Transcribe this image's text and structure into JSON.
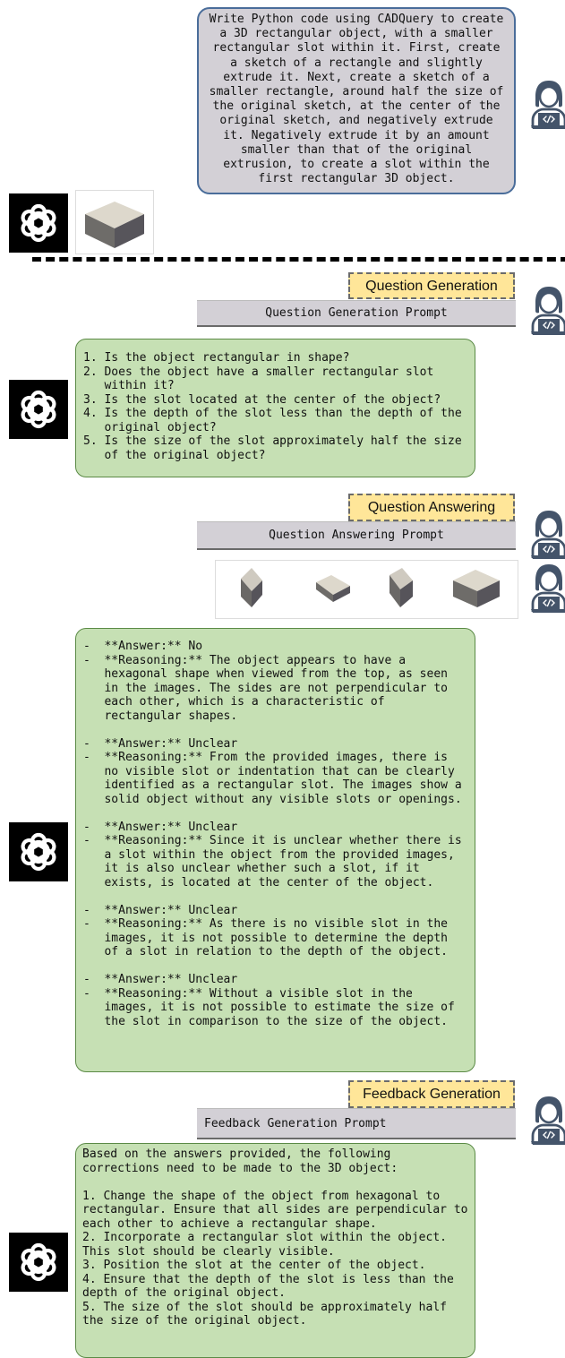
{
  "initial_prompt": {
    "lines": [
      "Write Python code using CADQuery to create",
      "a 3D rectangular object, with a smaller",
      "rectangular slot within it. First, create",
      "a sketch of a rectangle and slightly",
      "extrude it. Next, create a sketch of a",
      "smaller rectangle, around half the size of",
      "the original sketch, at the center of the",
      "original sketch, and negatively extrude",
      "it. Negatively extrude it by an amount",
      "smaller than that of the original",
      "extrusion, to create a slot within the",
      "first rectangular 3D object."
    ]
  },
  "stages": {
    "question_generation": {
      "label": "Question Generation",
      "prompt": "Question Generation Prompt"
    },
    "question_answering": {
      "label": "Question Answering",
      "prompt": "Question Answering Prompt"
    },
    "feedback_generation": {
      "label": "Feedback Generation",
      "prompt": "Feedback Generation Prompt"
    }
  },
  "questions": {
    "lines": [
      "1. Is the object rectangular in shape?",
      "2. Does the object have a smaller rectangular slot",
      "   within it?",
      "3. Is the slot located at the center of the object?",
      "4. Is the depth of the slot less than the depth of the",
      "   original object?",
      "5. Is the size of the slot approximately half the size",
      "   of the original object?"
    ]
  },
  "answers": {
    "lines": [
      "-  **Answer:** No",
      "-  **Reasoning:** The object appears to have a",
      "   hexagonal shape when viewed from the top, as seen",
      "   in the images. The sides are not perpendicular to",
      "   each other, which is a characteristic of",
      "   rectangular shapes.",
      "",
      "-  **Answer:** Unclear",
      "-  **Reasoning:** From the provided images, there is",
      "   no visible slot or indentation that can be clearly",
      "   identified as a rectangular slot. The images show a",
      "   solid object without any visible slots or openings.",
      "",
      "-  **Answer:** Unclear",
      "-  **Reasoning:** Since it is unclear whether there is",
      "   a slot within the object from the provided images,",
      "   it is also unclear whether such a slot, if it",
      "   exists, is located at the center of the object.",
      "",
      "-  **Answer:** Unclear",
      "-  **Reasoning:** As there is no visible slot in the",
      "   images, it is not possible to determine the depth",
      "   of a slot in relation to the depth of the object.",
      "",
      "-  **Answer:** Unclear",
      "-  **Reasoning:** Without a visible slot in the",
      "   images, it is not possible to estimate the size of",
      "   the slot in comparison to the size of the object."
    ]
  },
  "feedback": {
    "lines": [
      "Based on the answers provided, the following",
      "corrections need to be made to the 3D object:",
      "",
      "1. Change the shape of the object from hexagonal to",
      "rectangular. Ensure that all sides are perpendicular to",
      "each other to achieve a rectangular shape.",
      "2. Incorporate a rectangular slot within the object.",
      "This slot should be clearly visible.",
      "3. Position the slot at the center of the object.",
      "4. Ensure that the depth of the slot is less than the",
      "depth of the original object.",
      "5. The size of the slot should be approximately half",
      "the size of the original object."
    ]
  },
  "icons": {
    "assistant": "openai-logo-icon",
    "user": "user-developer-icon",
    "render_initial": "box-render",
    "renders_views": [
      "front-view-render",
      "top-view-render",
      "side-view-render",
      "iso-view-render"
    ]
  },
  "colors": {
    "prompt_bubble": "#d3d0d6",
    "response_bubble": "#c6e0b4",
    "stage_label": "#ffe699",
    "user_icon": "#44546a"
  }
}
